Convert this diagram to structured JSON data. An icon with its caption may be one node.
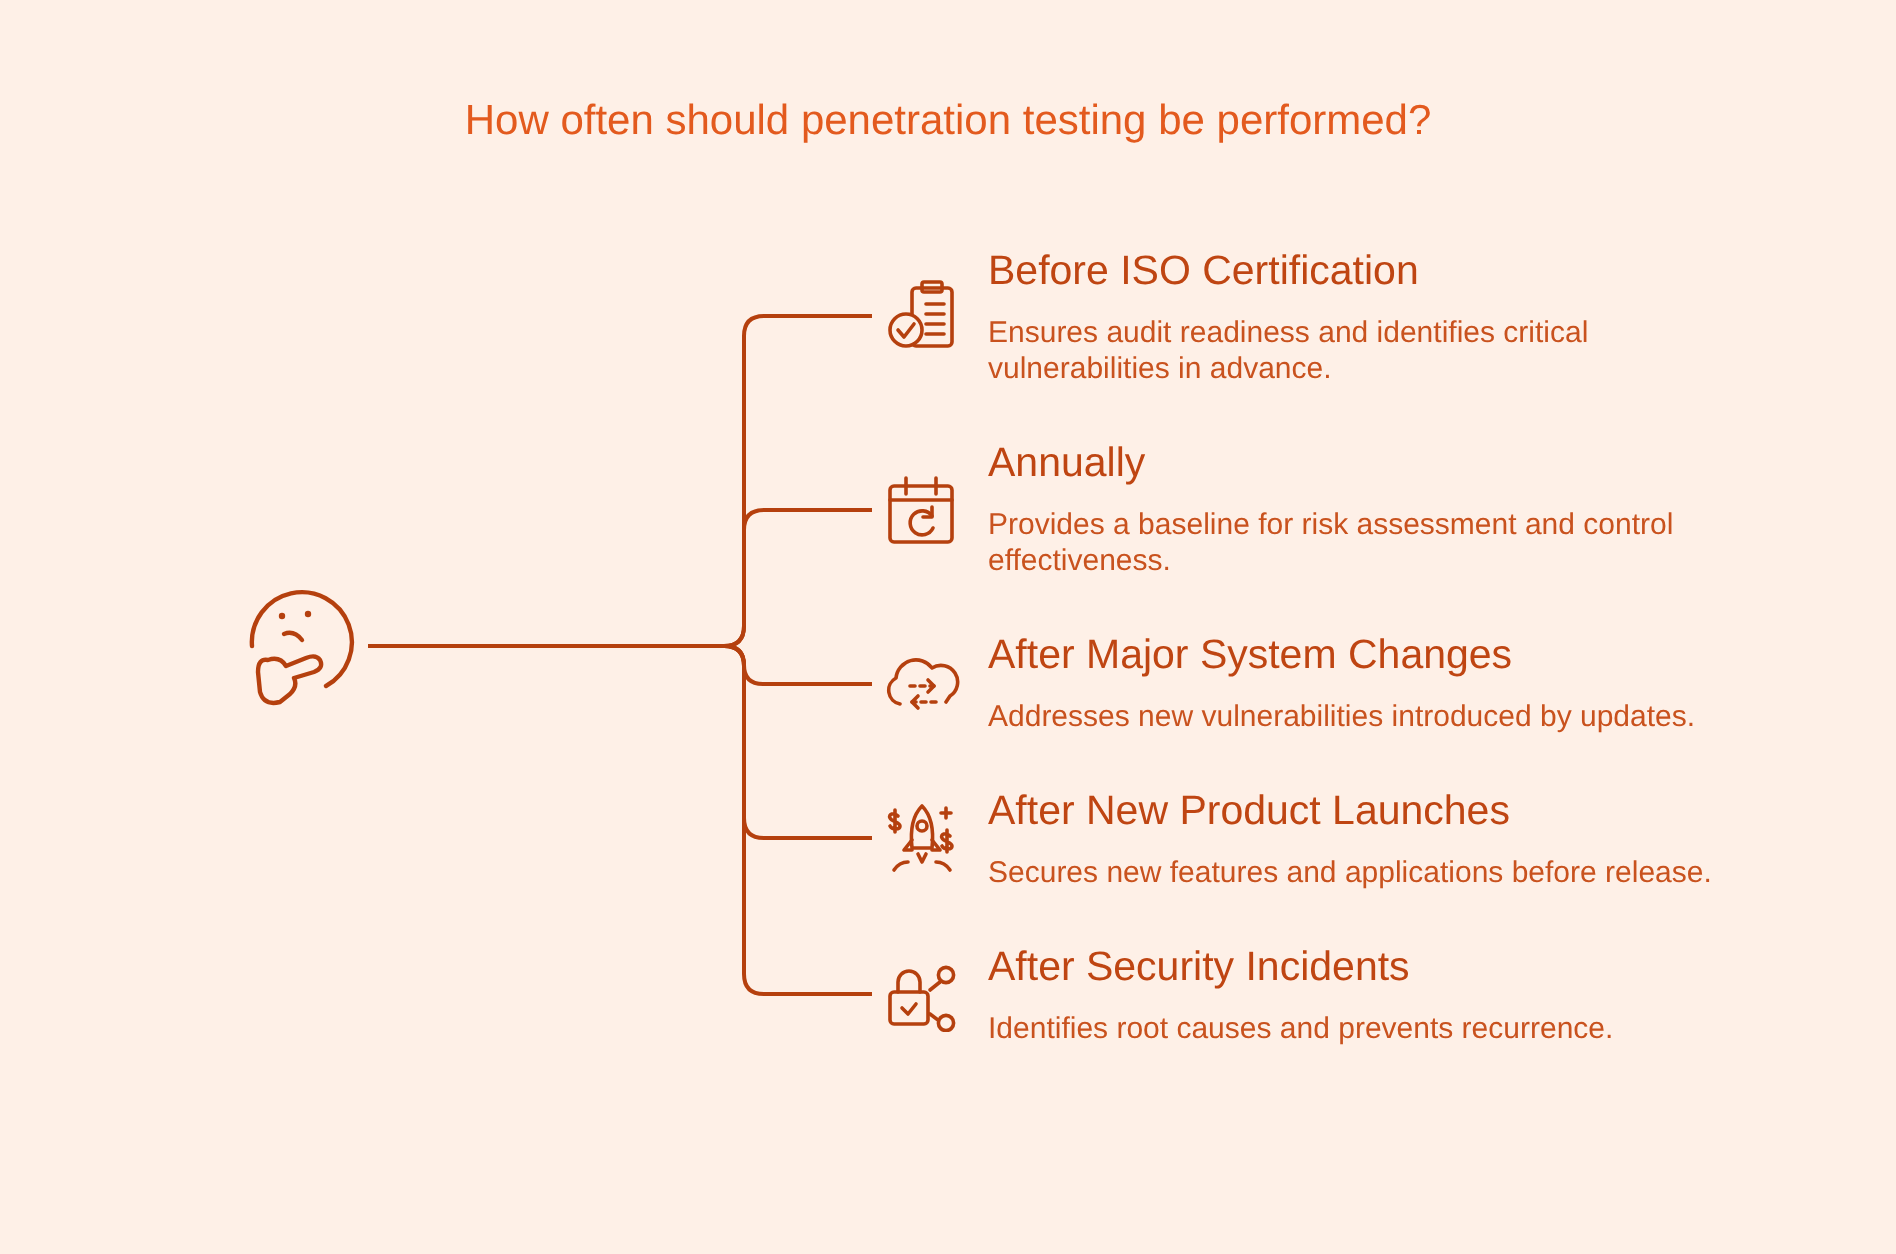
{
  "diagram": {
    "title": "How often should penetration testing be performed?",
    "nodes": [
      {
        "text": [],
        "shape": "picture"
      },
      {
        "text": [
          "Before ISO Certification",
          "Ensures audit readiness and identifies critical vulnerabilities in advance."
        ]
      },
      {
        "text": [
          "Annually",
          "Provides a baseline for risk assessment and control effectiveness."
        ]
      },
      {
        "text": [
          "After Major System Changes",
          "Addresses new vulnerabilities introduced by updates."
        ]
      },
      {
        "text": [
          "After New Product Launches",
          "Secures new features and applications before release."
        ]
      },
      {
        "text": [
          "After Security Incidents",
          "Identifies root causes and prevents recurrence."
        ]
      }
    ],
    "edges": [
      {
        "from": 0,
        "to": 1,
        "arrow": "none"
      },
      {
        "from": 0,
        "to": 2,
        "arrow": "none"
      },
      {
        "from": 0,
        "to": 3,
        "arrow": "none"
      },
      {
        "from": 0,
        "to": 4,
        "arrow": "none"
      },
      {
        "from": 0,
        "to": 5,
        "arrow": "none"
      }
    ]
  }
}
